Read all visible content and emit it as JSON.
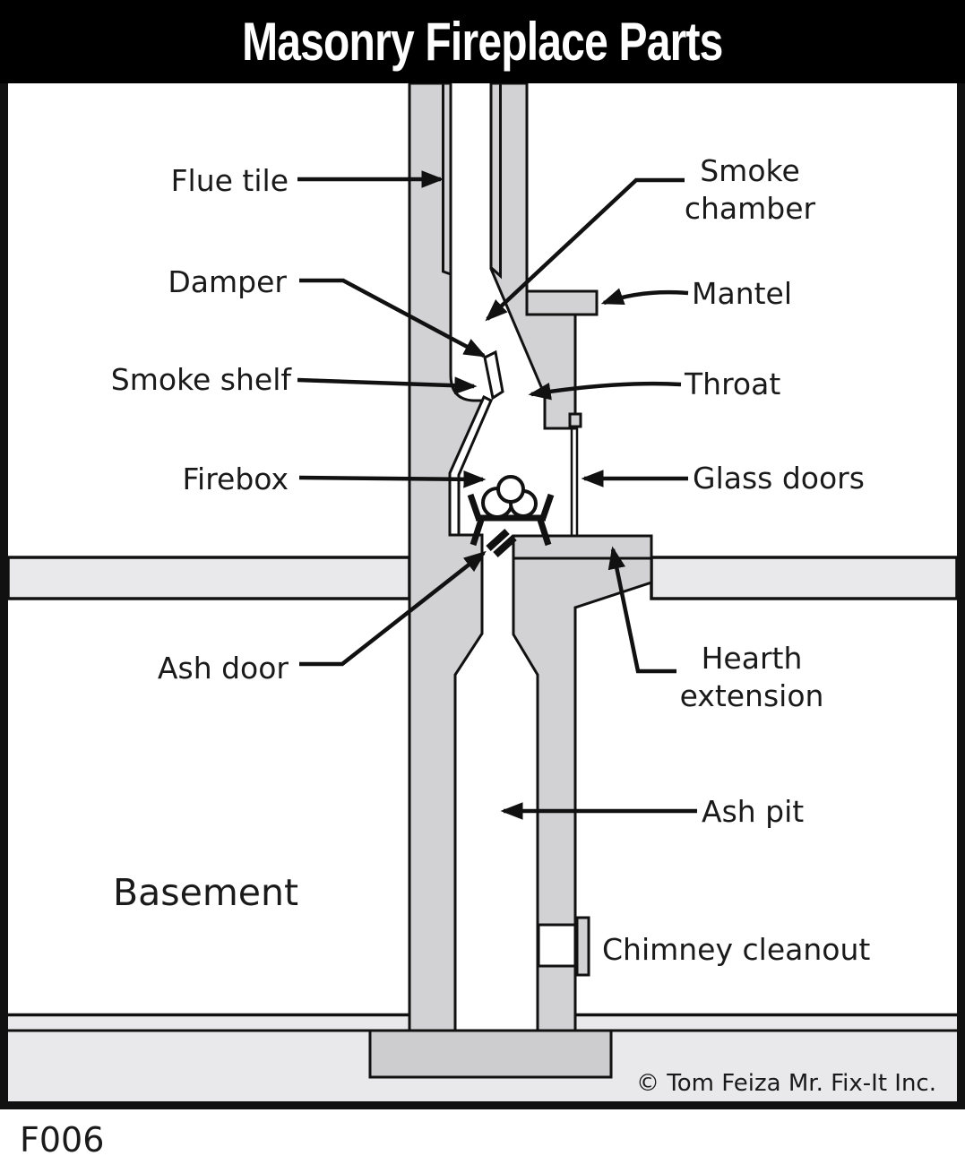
{
  "title": "Masonry Fireplace Parts",
  "figure_code": "F006",
  "copyright_text": "© Tom Feiza Mr. Fix-It Inc.",
  "part_labels": {
    "flue_tile": "Flue tile",
    "damper": "Damper",
    "smoke_shelf": "Smoke shelf",
    "firebox": "Firebox",
    "ash_door": "Ash door",
    "smoke_chamber": "Smoke chamber",
    "mantel": "Mantel",
    "throat": "Throat",
    "glass_doors": "Glass doors",
    "hearth_extension": "Hearth extension",
    "ash_pit": "Ash pit",
    "chimney_cleanout": "Chimney cleanout"
  },
  "room_labels": {
    "basement": "Basement"
  },
  "colors": {
    "masonry": "#d2d2d4",
    "floor_band": "#e9e9eb",
    "footing": "#cdcdd0",
    "line": "#111111",
    "title_bg": "#000000",
    "title_text": "#ffffff",
    "label_text": "#1a1a1a"
  }
}
